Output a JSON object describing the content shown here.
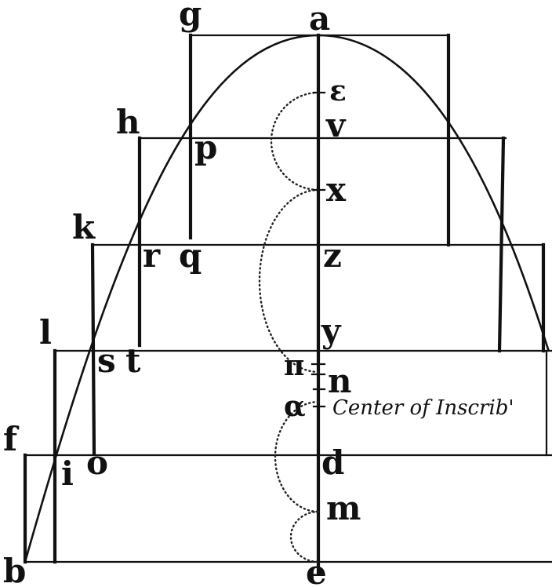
{
  "figure": {
    "point_labels": {
      "g": "g",
      "a": "a",
      "epsilon": "ε",
      "h": "h",
      "p": "p",
      "v": "v",
      "x": "x",
      "k": "k",
      "r": "r",
      "q": "q",
      "z": "z",
      "l": "l",
      "y": "y",
      "s": "s",
      "t": "t",
      "pi": "π",
      "n": "n",
      "alpha": "α",
      "f": "f",
      "i": "i",
      "o": "o",
      "d": "d",
      "m": "m",
      "b": "b",
      "e": "e"
    },
    "annotation": "Center of Inscrib'"
  }
}
